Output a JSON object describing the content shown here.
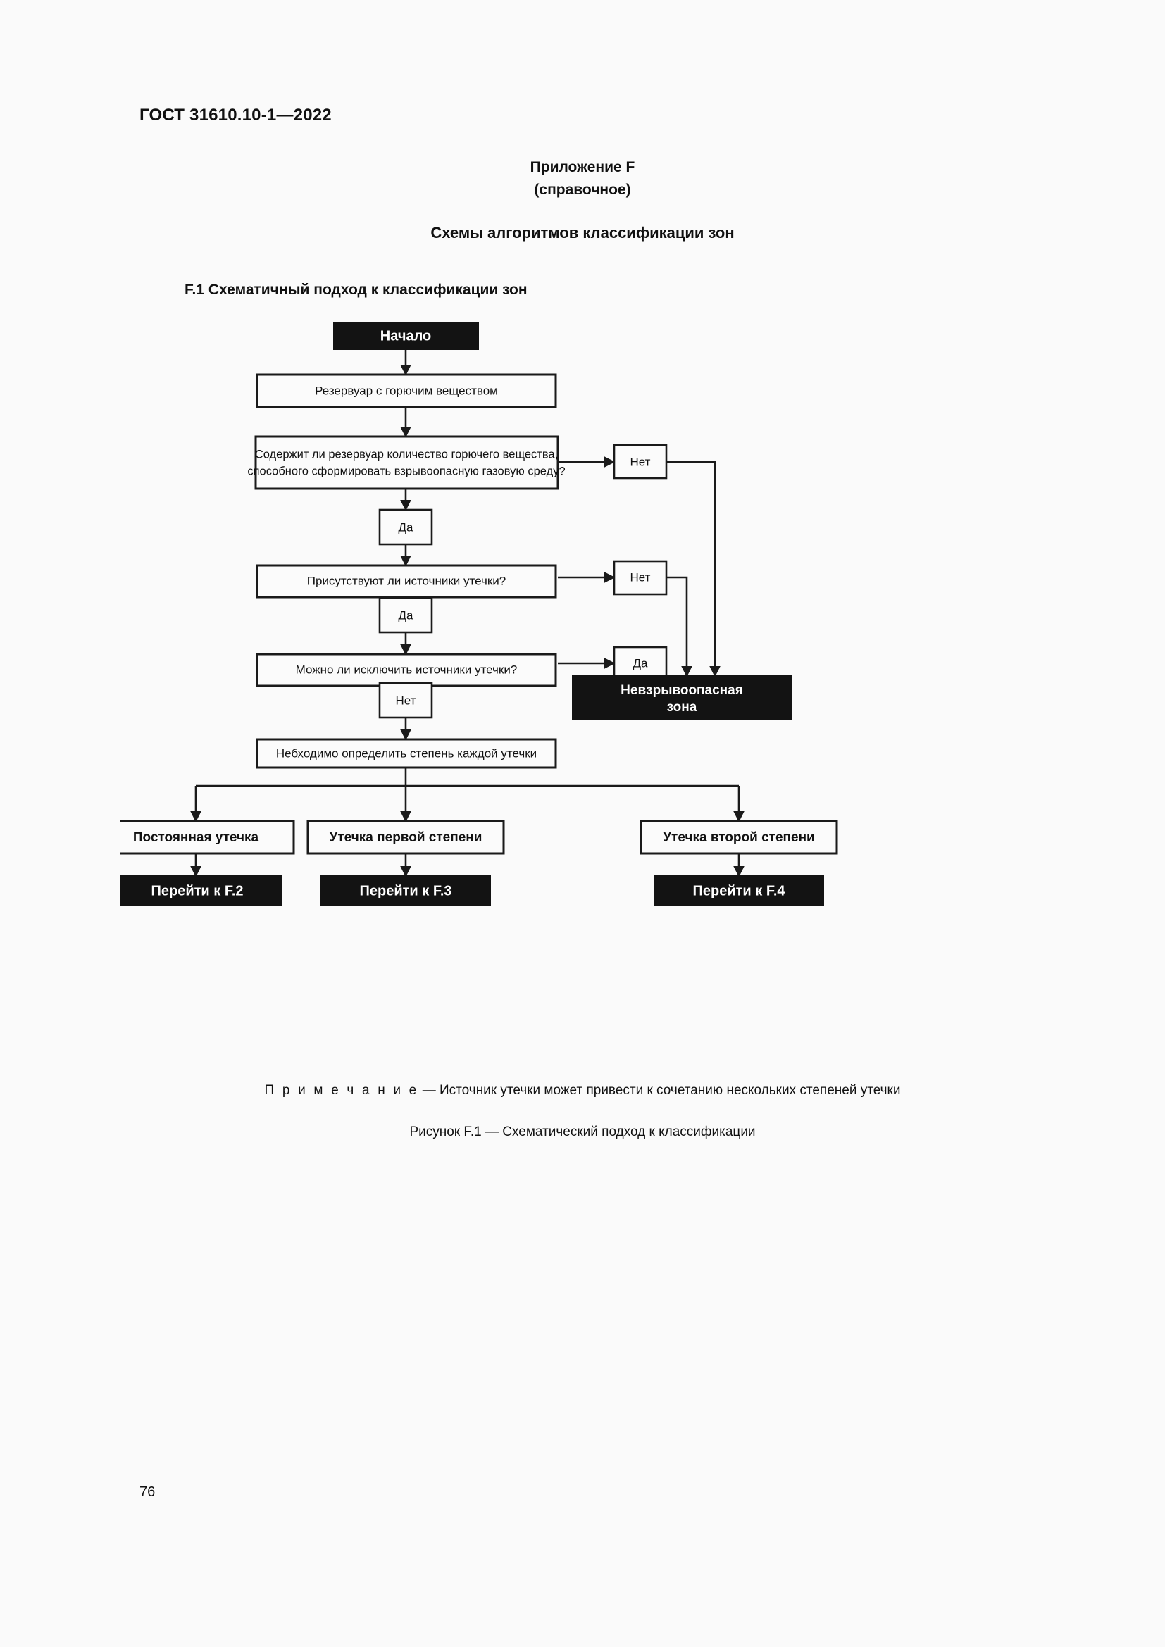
{
  "document": {
    "header": "ГОСТ 31610.10-1—2022",
    "page_number": "76"
  },
  "annex": {
    "title": "Приложение F",
    "subtitle": "(справочное)",
    "heading": "Схемы алгоритмов классификации зон",
    "section": "F.1  Схематичный подход к классификации зон"
  },
  "flowchart": {
    "start": "Начало",
    "vessel": "Резервуар с горючим веществом",
    "decision1_line1": "Содержит ли резервуар количество горючего вещества,",
    "decision1_line2": "способного сформировать взрывоопасную газовую среду?",
    "decision1_no": "Нет",
    "decision1_yes": "Да",
    "decision2": "Присутствуют ли источники утечки?",
    "decision2_no": "Нет",
    "decision2_yes": "Да",
    "decision3": "Можно ли исключить источники утечки?",
    "decision3_yes": "Да",
    "decision3_no": "Нет",
    "safe_zone_line1": "Невзрывоопасная",
    "safe_zone_line2": "зона",
    "determine_grade": "Небходимо определить степень каждой утечки",
    "branch1_label": "Постоянная утечка",
    "branch1_target": "Перейти к F.2",
    "branch2_label": "Утечка первой степени",
    "branch2_target": "Перейти к F.3",
    "branch3_label": "Утечка второй степени",
    "branch3_target": "Перейти к F.4"
  },
  "note": {
    "lead": "П р и м е ч а н и е",
    "body": " — Источник утечки может привести к сочетанию нескольких степеней утечки"
  },
  "caption": "Рисунок F.1 — Схематический подход к классификации",
  "colors": {
    "terminal_fill": "#131313",
    "box_stroke": "#1a1a1a",
    "page_bg": "#fafafa"
  }
}
